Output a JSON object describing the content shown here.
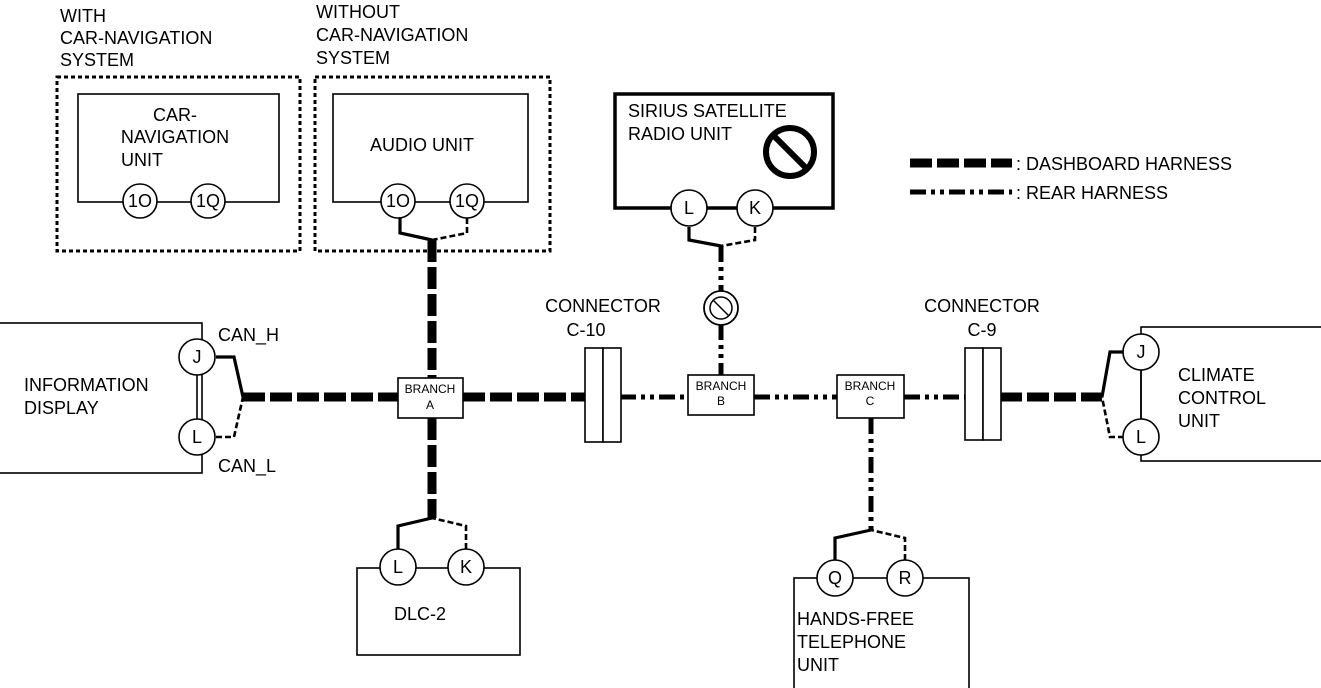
{
  "legend": {
    "dashboard_harness": ": DASHBOARD HARNESS",
    "rear_harness": ": REAR HARNESS"
  },
  "groups": {
    "with_nav": [
      "WITH",
      "CAR-NAVIGATION",
      "SYSTEM"
    ],
    "without_nav": [
      "WITHOUT",
      "CAR-NAVIGATION",
      "SYSTEM"
    ]
  },
  "units": {
    "car_navigation": {
      "name": [
        "CAR-",
        "NAVIGATION",
        "UNIT"
      ],
      "pins": [
        "1O",
        "1Q"
      ]
    },
    "audio": {
      "name": [
        "AUDIO UNIT"
      ],
      "pins": [
        "1O",
        "1Q"
      ]
    },
    "sirius": {
      "name": [
        "SIRIUS SATELLITE",
        "RADIO UNIT"
      ],
      "pins": [
        "L",
        "K"
      ],
      "icon": "prohibited-icon"
    },
    "information_display": {
      "name": [
        "INFORMATION",
        "DISPLAY"
      ],
      "pins": [
        "J",
        "L"
      ],
      "signals": [
        "CAN_H",
        "CAN_L"
      ]
    },
    "climate_control": {
      "name": [
        "CLIMATE",
        "CONTROL",
        "UNIT"
      ],
      "pins": [
        "J",
        "L"
      ]
    },
    "dlc2": {
      "name": [
        "DLC-2"
      ],
      "pins": [
        "L",
        "K"
      ]
    },
    "hands_free": {
      "name": [
        "HANDS-FREE",
        "TELEPHONE",
        "UNIT"
      ],
      "pins": [
        "Q",
        "R"
      ]
    }
  },
  "connectors": {
    "c10": [
      "CONNECTOR",
      "C-10"
    ],
    "c9": [
      "CONNECTOR",
      "C-9"
    ]
  },
  "branches": {
    "a": [
      "BRANCH",
      "A"
    ],
    "b": [
      "BRANCH",
      "B"
    ],
    "c": [
      "BRANCH",
      "C"
    ]
  }
}
